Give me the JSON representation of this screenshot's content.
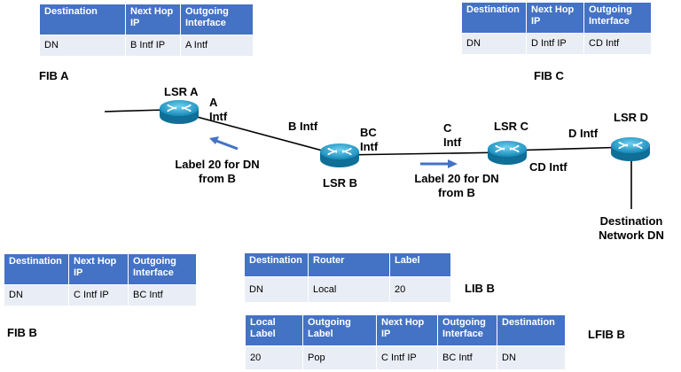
{
  "fib_a": {
    "title": "FIB A",
    "headers": [
      "Destination",
      "Next Hop IP",
      "Outgoing Interface"
    ],
    "row": [
      "DN",
      "B Intf IP",
      "A Intf"
    ]
  },
  "fib_c": {
    "title": "FIB C",
    "headers": [
      "Destination",
      "Next Hop IP",
      "Outgoing Interface"
    ],
    "row": [
      "DN",
      "D Intf IP",
      "CD Intf"
    ]
  },
  "fib_b": {
    "title": "FIB B",
    "headers": [
      "Destination",
      "Next Hop IP",
      "Outgoing Interface"
    ],
    "row": [
      "DN",
      "C Intf IP",
      "BC Intf"
    ]
  },
  "lib_b": {
    "title": "LIB B",
    "headers": [
      "Destination",
      "Router",
      "Label"
    ],
    "row": [
      "DN",
      "Local",
      "20"
    ]
  },
  "lfib_b": {
    "title": "LFIB B",
    "headers": [
      "Local Label",
      "Outgoing Label",
      "Next Hop IP",
      "Outgoing Interface",
      "Destination"
    ],
    "row": [
      "20",
      "Pop",
      "C Intf IP",
      "BC Intf",
      "DN"
    ]
  },
  "routers": {
    "a": "LSR A",
    "b": "LSR B",
    "c": "LSR C",
    "d": "LSR D"
  },
  "interfaces": {
    "a": "A Intf",
    "b": "B Intf",
    "bc": "BC Intf",
    "c": "C Intf",
    "d": "D Intf",
    "cd": "CD Intf"
  },
  "labels": {
    "left": "Label 20 for DN from B",
    "right": "Label 20 for DN from B"
  },
  "destination": "Destination Network DN",
  "colors": {
    "header": "#4472c4",
    "cell": "#e9edf5",
    "arrow": "#4472c4",
    "router": "#1ba1d4"
  }
}
